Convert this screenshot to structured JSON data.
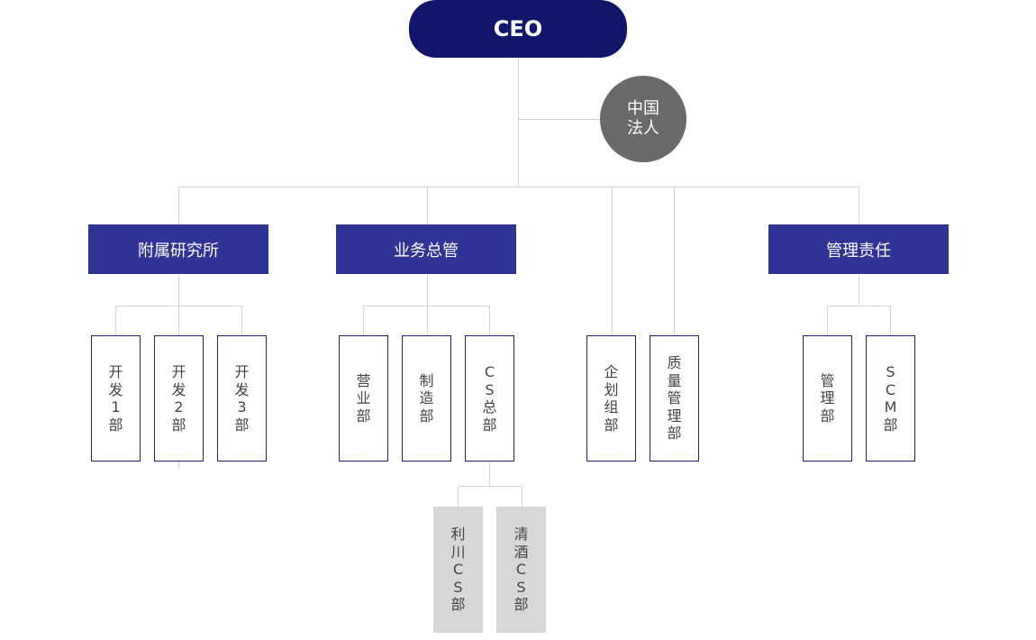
{
  "org_chart": {
    "ceo": {
      "label": "CEO"
    },
    "china_entity": {
      "line1": "中国",
      "line2": "法人"
    },
    "divisions": {
      "research": {
        "label": "附属研究所"
      },
      "business": {
        "label": "业务总管"
      },
      "management": {
        "label": "管理责任"
      }
    },
    "departments": {
      "dev1": {
        "chars": [
          "开",
          "发",
          "1",
          "部"
        ]
      },
      "dev2": {
        "chars": [
          "开",
          "发",
          "2",
          "部"
        ]
      },
      "dev3": {
        "chars": [
          "开",
          "发",
          "3",
          "部"
        ]
      },
      "sales": {
        "chars": [
          "营",
          "业",
          "部"
        ]
      },
      "manufacturing": {
        "chars": [
          "制",
          "造",
          "部"
        ]
      },
      "cs_head": {
        "chars": [
          "C",
          "S",
          "总",
          "部"
        ]
      },
      "planning": {
        "chars": [
          "企",
          "划",
          "组",
          "部"
        ]
      },
      "quality": {
        "chars": [
          "质",
          "量",
          "管",
          "理",
          "部"
        ]
      },
      "admin": {
        "chars": [
          "管",
          "理",
          "部"
        ]
      },
      "scm": {
        "chars": [
          "S",
          "C",
          "M",
          "部"
        ]
      }
    },
    "sub_departments": {
      "icheon_cs": {
        "chars": [
          "利",
          "川",
          "C",
          "S",
          "部"
        ]
      },
      "cheongju_cs": {
        "chars": [
          "清",
          "酒",
          "C",
          "S",
          "部"
        ]
      }
    },
    "colors": {
      "ceo": "#12166a",
      "division": "#313497",
      "entity": "#6a6a6a",
      "dept_border": "#1b2173",
      "sub_fill": "#d7d7d7",
      "connector": "#d6d6d6"
    }
  }
}
